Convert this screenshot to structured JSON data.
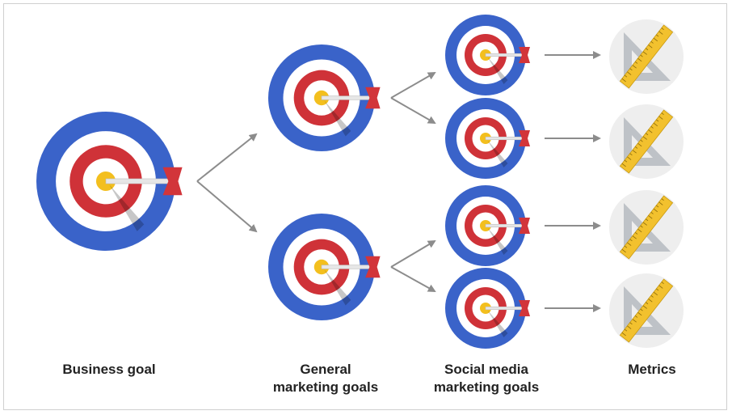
{
  "colors": {
    "ring_blue": "#3a63c9",
    "ring_red": "#cf3238",
    "bullseye_yellow": "#f3bf1e",
    "ring_white": "#ffffff",
    "arrow_gray": "#8c8c8c",
    "fletching_red": "#d2353a",
    "ruler_yellow": "#f2c12e",
    "square_gray": "#b8bcc2",
    "metric_bg": "#eeeeee"
  },
  "icons": {
    "target": "target-icon",
    "metric": "ruler-set-square-icon"
  },
  "labels": {
    "business_goal": "Business goal",
    "general_line1": "General",
    "general_line2": "marketing goals",
    "social_line1": "Social media",
    "social_line2": "marketing goals",
    "metrics": "Metrics"
  }
}
